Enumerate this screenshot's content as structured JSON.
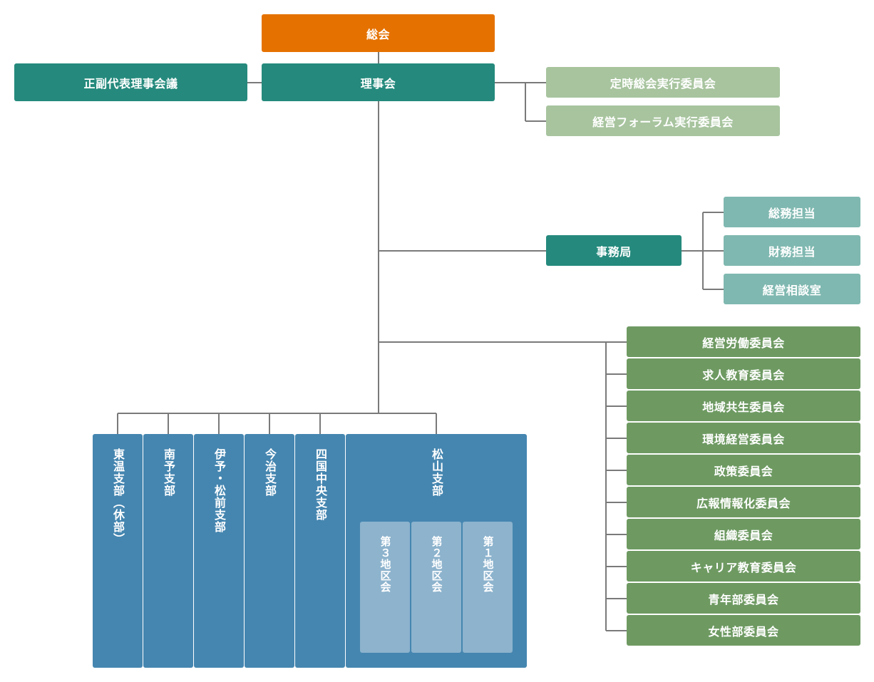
{
  "top": {
    "general_assembly": "総会"
  },
  "board": {
    "label": "理事会",
    "chairs_meeting": "正副代表理事会議",
    "exec_committees": [
      "定時総会実行委員会",
      "経営フォーラム実行委員会"
    ]
  },
  "secretariat": {
    "label": "事務局",
    "roles": [
      "総務担当",
      "財務担当",
      "経営相談室"
    ]
  },
  "committees": [
    "経営労働委員会",
    "求人教育委員会",
    "地域共生委員会",
    "環境経営委員会",
    "政策委員会",
    "広報情報化委員会",
    "組織委員会",
    "キャリア教育委員会",
    "青年部委員会",
    "女性部委員会"
  ],
  "branches": [
    "東温支部（休部）",
    "南予支部",
    "伊予・松前支部",
    "今治支部",
    "四国中央支部"
  ],
  "matsuyama": {
    "label": "松山支部",
    "districts": [
      "第３地区会",
      "第２地区会",
      "第１地区会"
    ]
  },
  "colors": {
    "top": "#e57200",
    "core": "#258a7d",
    "exec": "#a7c49e",
    "secretariat_roles": "#7fb8b0",
    "committees": "#6e9a62",
    "branches": "#4586b0",
    "districts": "#8db3cd",
    "connector": "#7a7a7a"
  }
}
